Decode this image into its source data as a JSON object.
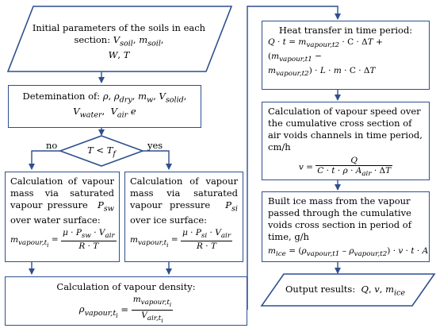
{
  "colors": {
    "stroke": "#2f4f8f",
    "fill": "#ffffff",
    "text": "#000000"
  },
  "nodes": {
    "initial": {
      "text": "Initial parameters of the soils in each section:"
    },
    "determination": {
      "text": "Detemination of:"
    },
    "decision": {
      "text": "T < Tf",
      "no": "no",
      "yes": "yes"
    },
    "water": {
      "text": "Calculation of vapour mass via saturated vapour pressure"
    },
    "ice": {
      "text": "Calculation of vapour mass via saturated vapour pressure"
    },
    "density": {
      "text": "Calculation of vapour density:"
    },
    "heat": {
      "text": "Heat transfer in time period:"
    },
    "speed": {
      "text": "Calculation of vapour speed over the cumulative cross section of air voids channels in time period, cm/h"
    },
    "icemass": {
      "text": "Built ice mass from the vapour passed through the cumulative voids cross section in period of time, g/h"
    },
    "output": {
      "text": "Output results:"
    }
  }
}
